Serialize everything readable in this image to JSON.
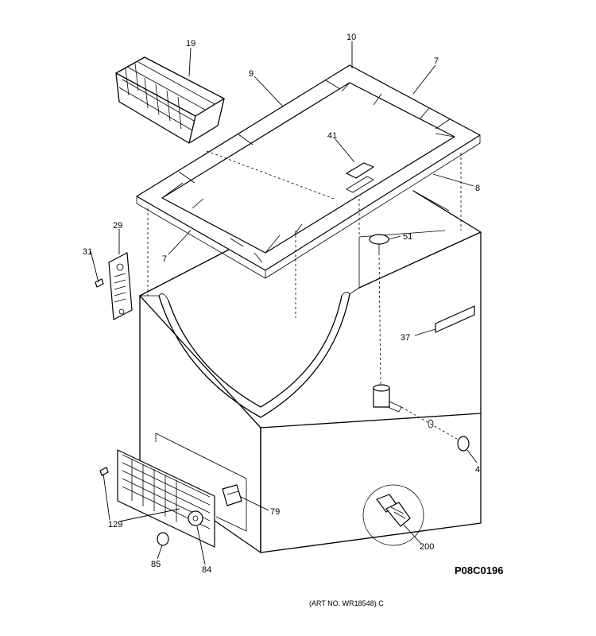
{
  "diagram": {
    "part_callouts": [
      "19",
      "10",
      "7",
      "9",
      "41",
      "8",
      "29",
      "31",
      "51",
      "7",
      "37",
      "4",
      "79",
      "129",
      "200",
      "85",
      "84"
    ],
    "page_code": "P08C0196",
    "art_number": "(ART NO. WR18548) C"
  }
}
